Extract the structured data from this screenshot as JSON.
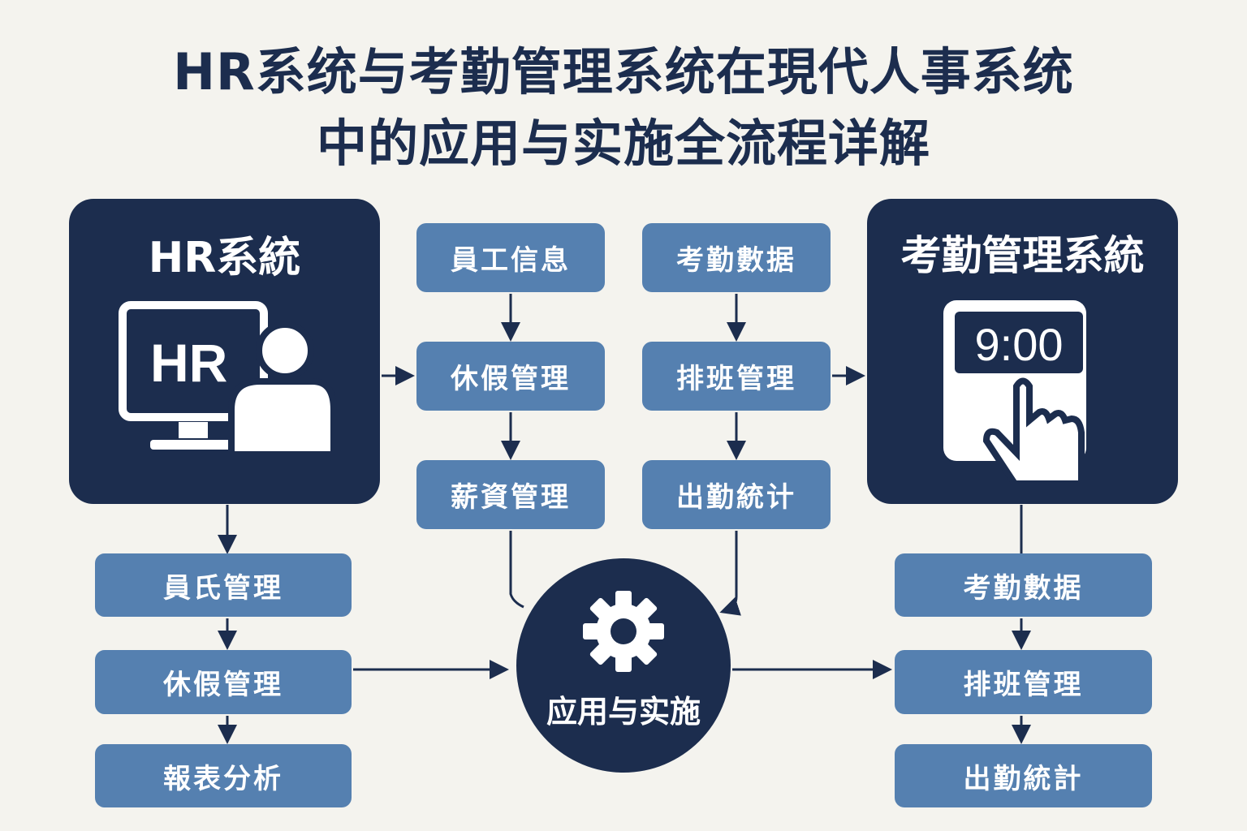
{
  "title": {
    "line1": "HR系统与考勤管理系统在現代人事系统",
    "line2": "中的应用与实施全流程详解"
  },
  "hr_panel": {
    "heading": "HR系統",
    "icon_text": "HR"
  },
  "att_panel": {
    "heading": "考勤管理系統",
    "clock_time": "9:00"
  },
  "middle_left": [
    "員工信息",
    "休假管理",
    "薪資管理"
  ],
  "middle_right": [
    "考勤數据",
    "排班管理",
    "出勤統计"
  ],
  "bottom_left": [
    "員氏管理",
    "休假管理",
    "報表分析"
  ],
  "bottom_right": [
    "考勤數据",
    "排班管理",
    "出勤統計"
  ],
  "center": {
    "label": "应用与实施"
  },
  "colors": {
    "navy": "#1c2d4e",
    "blue": "#5580b0",
    "background": "#f4f3ee"
  }
}
